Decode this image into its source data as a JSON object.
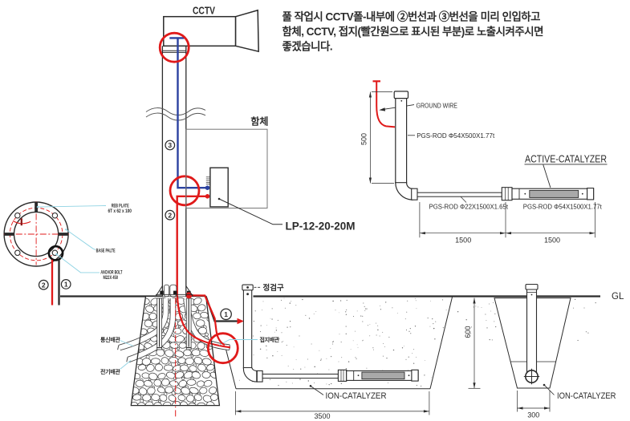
{
  "note": {
    "line1": "풀 작업시 CCTV폴-내부에 ②번선과  ③번선을 미리 인입하고",
    "line2": "함체, CCTV, 접지(빨간원으로 표시된 부분)로 노출시켜주시면",
    "line3": "좋겠습니다."
  },
  "pole": {
    "camera_label": "CCTV",
    "wire3_badge": "3",
    "wire2_badge": "2",
    "enclosure_label": "함체",
    "device_label": "LP-12-20-20M"
  },
  "flange": {
    "wire2_badge": "2",
    "wire1_badge": "1",
    "rib_plate_line1": "REB PLATE",
    "rib_plate_line2": "6T x 62 x 100",
    "base_plate": "BASE PALTE",
    "anchor_bolt_line1": "ANCHOR BOLT",
    "anchor_bolt_line2": "M22X 450"
  },
  "rod_detail": {
    "ground_wire": "GROUND WIRE",
    "vertical_rod": "PGS-ROD  Φ54X500X1.77t",
    "horizontal_rod_thin": "PGS-ROD  Φ22X1500X1.65t",
    "horizontal_rod_thick": "PGS-ROD  Φ54X1500X1.77t",
    "active_catalyzer": "ACTIVE-CATALYZER",
    "dim_500": "500",
    "dim_1500_a": "1500",
    "dim_1500_b": "1500"
  },
  "underground": {
    "wire1_badge": "1",
    "inspection_port": "정검구",
    "ground_conduit": "접지배관",
    "comm_conduit": "통신배관",
    "power_conduit": "전기배관",
    "ion_catalyzer_a": "ION-CATALYZER",
    "ion_catalyzer_b": "ION-CATALYZER",
    "ground_level": "GL",
    "dim_3500": "3500",
    "dim_600": "600",
    "dim_300": "300"
  },
  "colors": {
    "red": "#e01a1a",
    "blue": "#2c42a0",
    "cyan": "#8fd3e3",
    "ink": "#2b2b2b",
    "gray": "#a9a9a9"
  }
}
